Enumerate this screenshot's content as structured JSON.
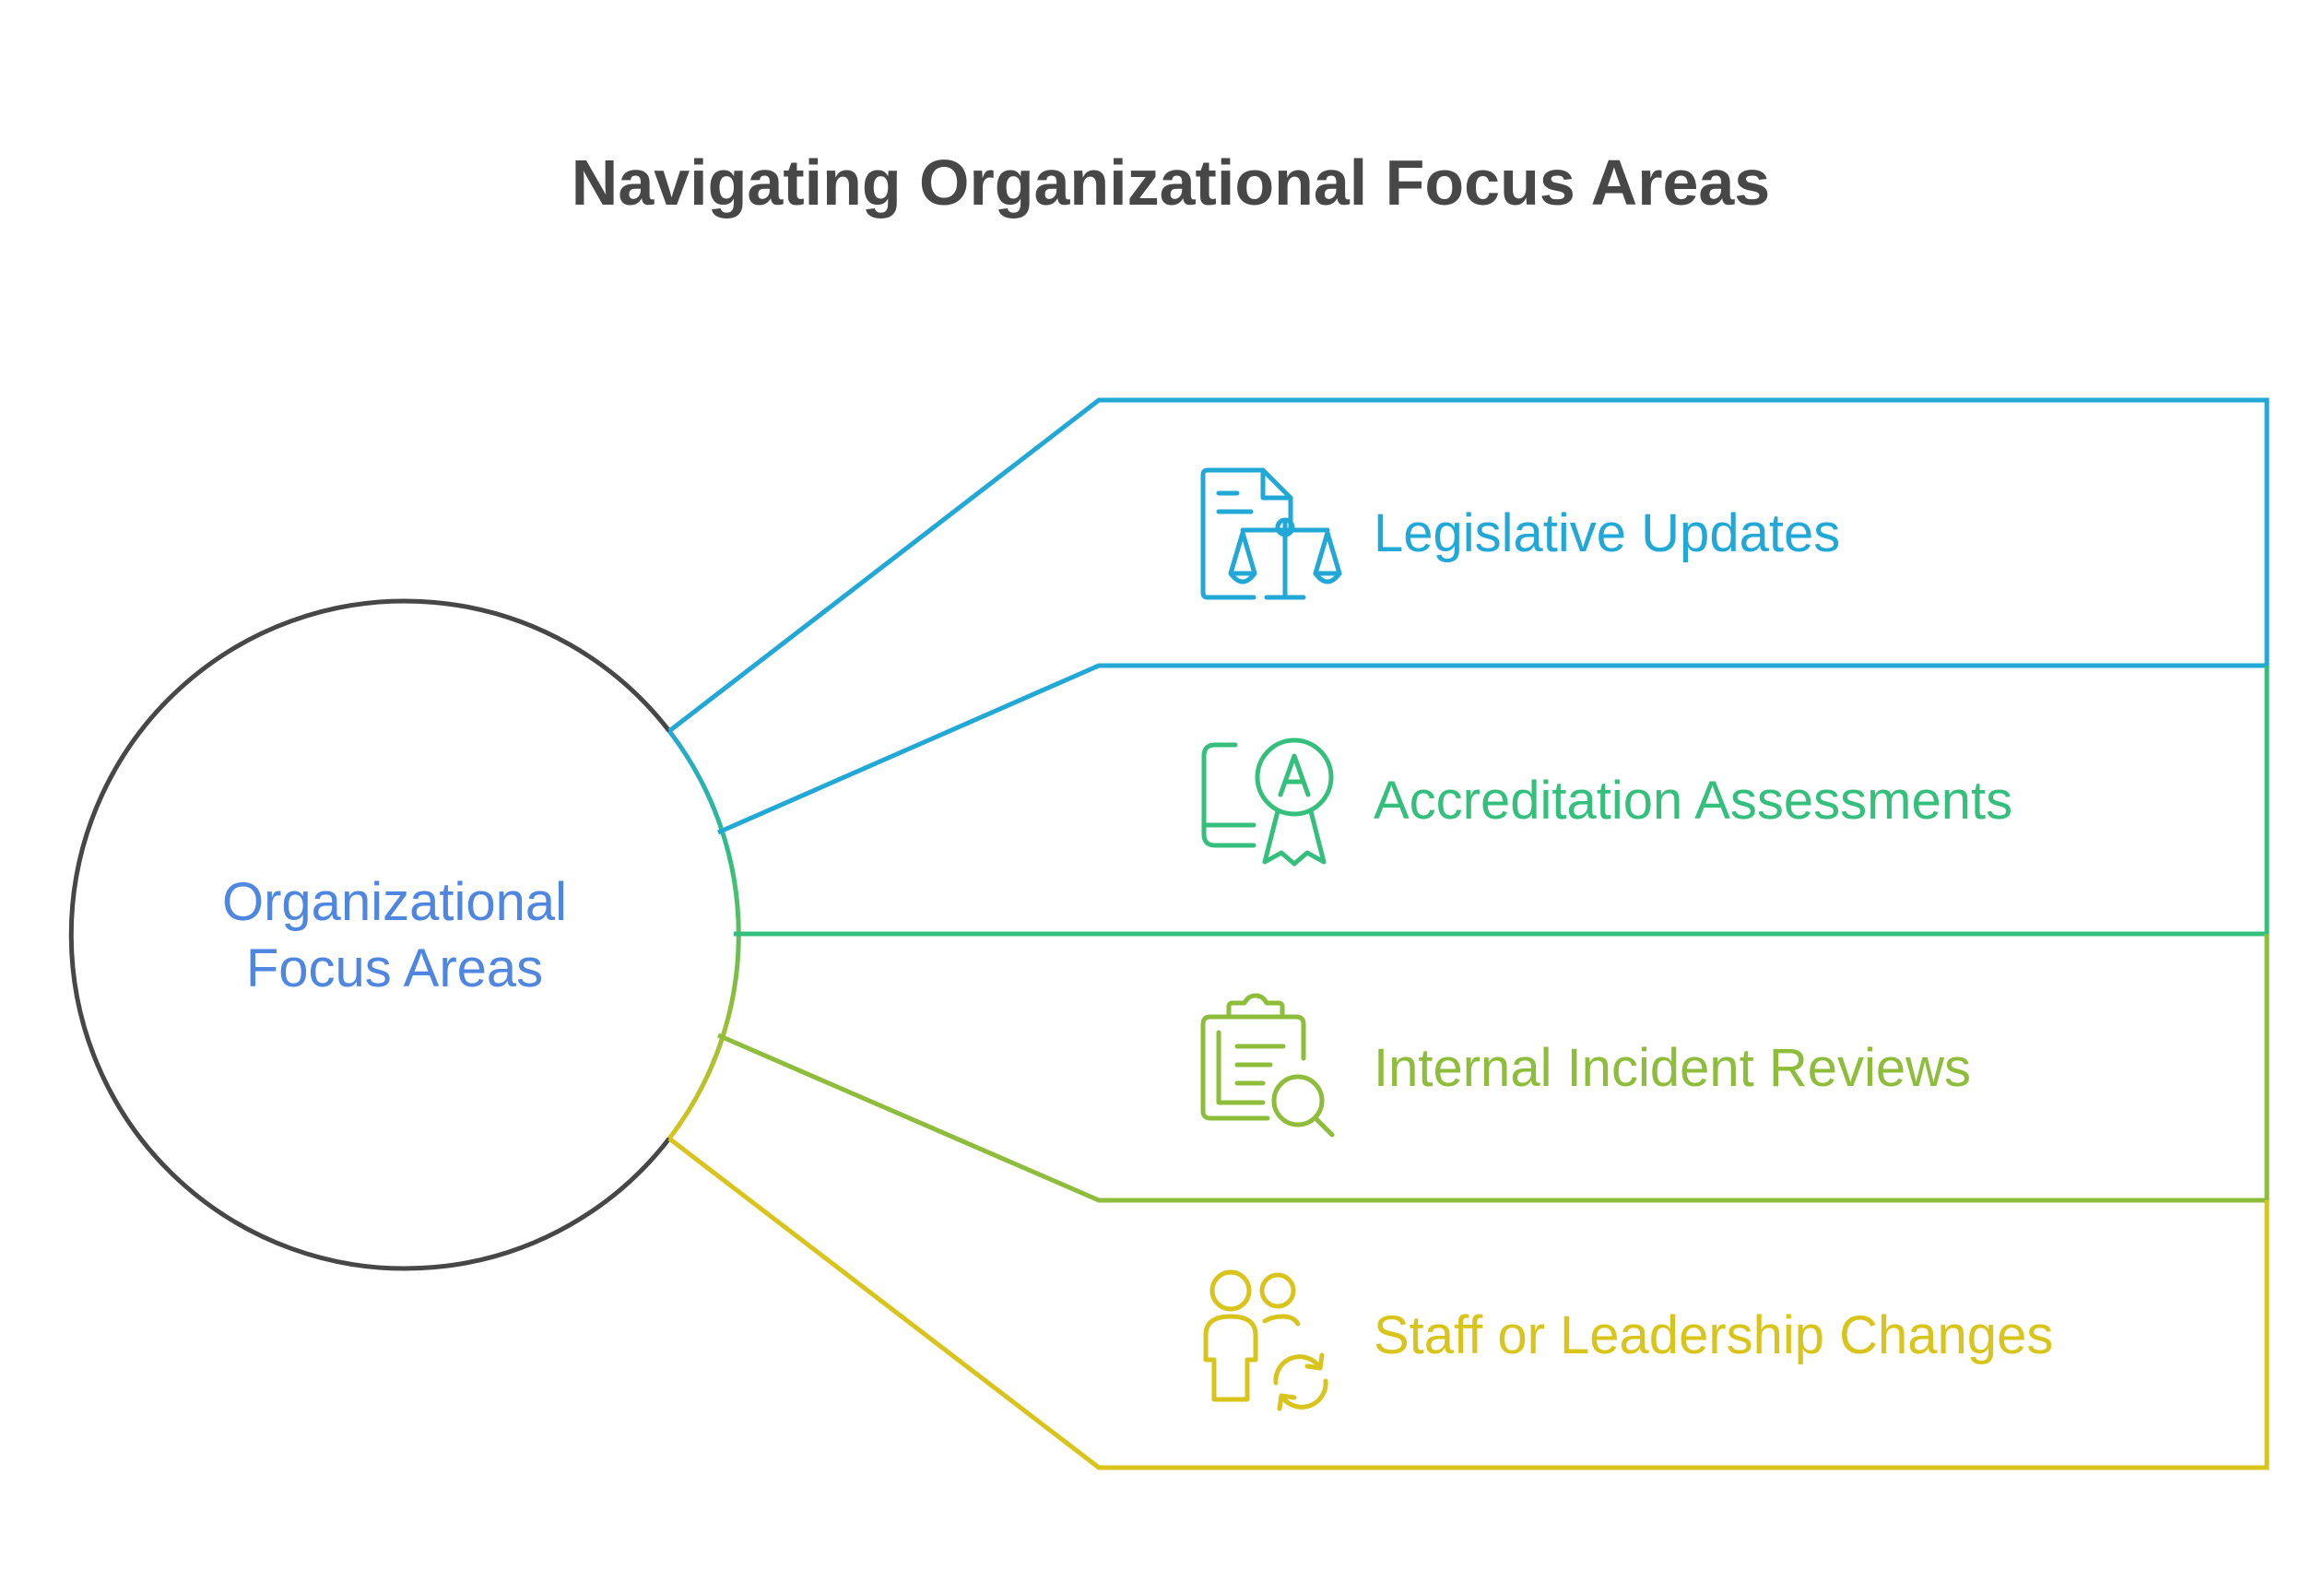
{
  "title": "Navigating Organizational Focus Areas",
  "center": {
    "line1": "Organizational",
    "line2": "Focus Areas"
  },
  "items": [
    {
      "label": "Legislative Updates",
      "icon": "legal-document-scale-icon",
      "color": "#22A8D6"
    },
    {
      "label": "Accreditation Assessments",
      "icon": "accreditation-badge-icon",
      "color": "#34BF7C"
    },
    {
      "label": "Internal Incident Reviews",
      "icon": "clipboard-magnifier-icon",
      "color": "#8DBD3A"
    },
    {
      "label": "Staff or Leadership Changes",
      "icon": "people-swap-icon",
      "color": "#D9C41C"
    }
  ],
  "colors": {
    "title": "#474747",
    "center_text": "#4F86E0",
    "circle_stroke": "#474747"
  }
}
